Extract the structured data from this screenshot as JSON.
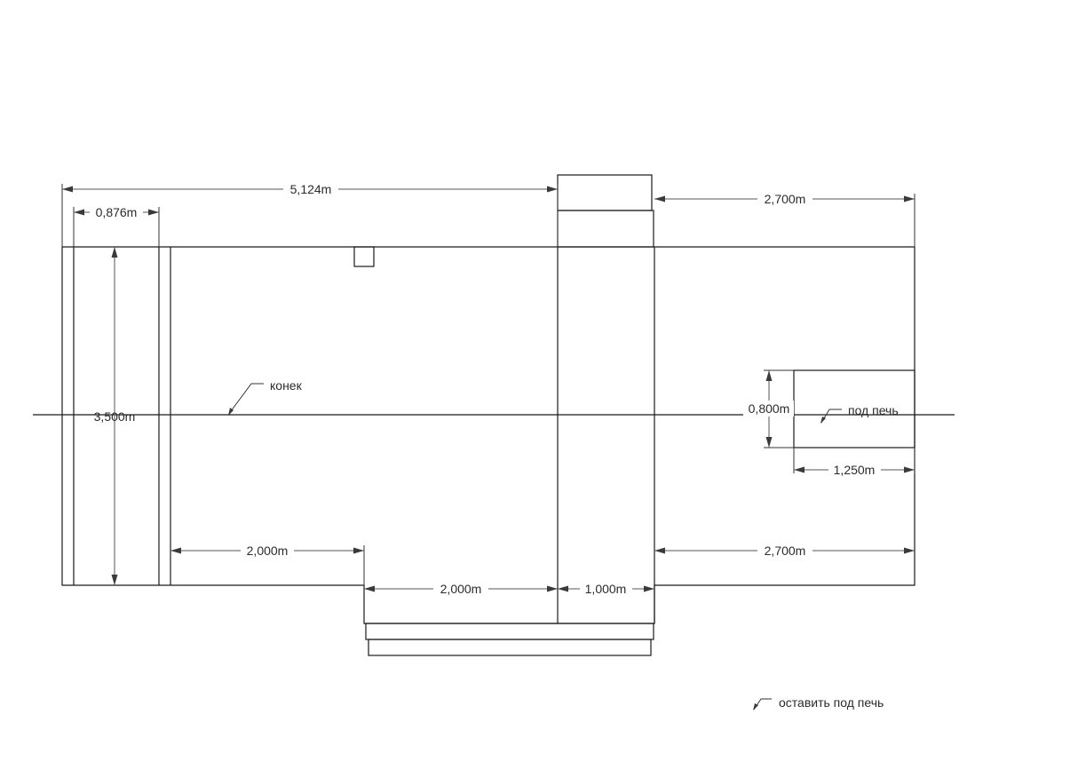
{
  "dimensions": {
    "top_total": "5,124m",
    "top_left_strip": "0,876m",
    "top_right": "2,700m",
    "left_height": "3,500m",
    "stove_height": "0,800m",
    "stove_width": "1,250m",
    "bottom_left": "2,000m",
    "bottom_porch": "2,000m",
    "bottom_vestibule": "1,000m",
    "bottom_right": "2,700m"
  },
  "labels": {
    "ridge": "конек",
    "stove_base": "под печь",
    "leave_for_stove": "оставить под печь"
  },
  "colors": {
    "line": "#1a1a1a",
    "dimension": "#555555",
    "text": "#2b2b2b",
    "background": "#ffffff"
  }
}
